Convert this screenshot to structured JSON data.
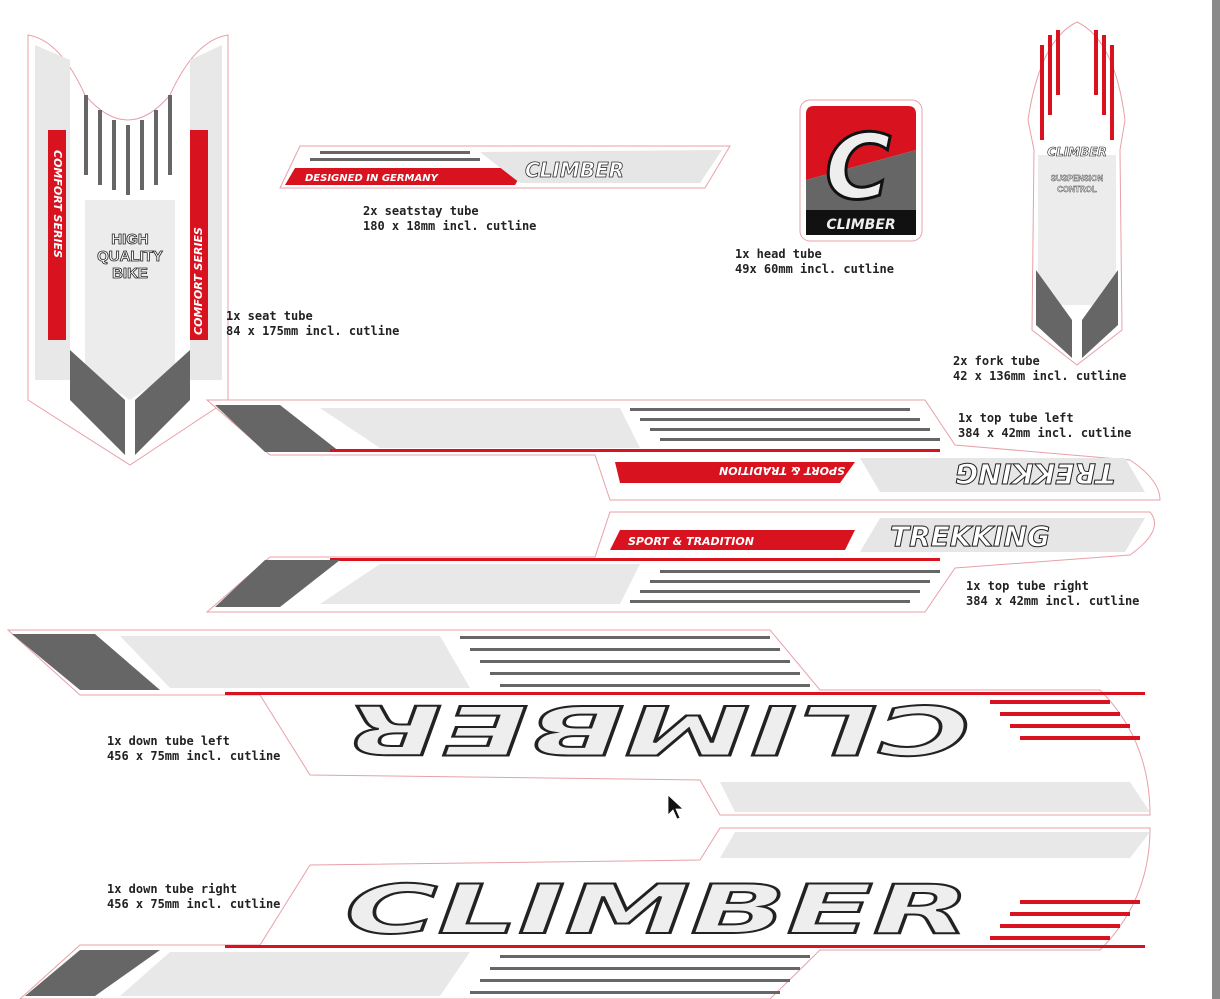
{
  "brand": "CLIMBER",
  "colors": {
    "red": "#d9121f",
    "dark_grey": "#666666",
    "light_grey": "#e6e6e6",
    "outline": "#e8a0a8"
  },
  "decals": {
    "seat_tube": {
      "side_text": "COMFORT SERIES",
      "badge": [
        "HIGH",
        "QUALITY",
        "BIKE"
      ],
      "label_line1": "1x seat tube",
      "label_line2": "84 x 175mm incl. cutline"
    },
    "seatstay": {
      "tagline": "DESIGNED IN GERMANY",
      "logo": "CLIMBER",
      "label_line1": "2x seatstay tube",
      "label_line2": "180 x 18mm incl. cutline"
    },
    "head_tube": {
      "logo_letter": "C",
      "logo": "CLIMBER",
      "label_line1": "1x head tube",
      "label_line2": "49x 60mm incl. cutline"
    },
    "fork": {
      "logo": "CLIMBER",
      "badge": [
        "SUSPENSION",
        "CONTROL"
      ],
      "label_line1": "2x fork tube",
      "label_line2": "42 x 136mm incl. cutline"
    },
    "top_tube_left": {
      "model": "TREKKING",
      "tagline": "SPORT & TRADITION",
      "label_line1": "1x top tube left",
      "label_line2": "384 x 42mm incl. cutline"
    },
    "top_tube_right": {
      "model": "TREKKING",
      "tagline": "SPORT & TRADITION",
      "label_line1": "1x top tube right",
      "label_line2": "384 x 42mm incl. cutline"
    },
    "down_tube_left": {
      "logo": "CLIMBER",
      "label_line1": "1x down tube left",
      "label_line2": "456 x 75mm incl. cutline"
    },
    "down_tube_right": {
      "logo": "CLIMBER",
      "label_line1": "1x down tube right",
      "label_line2": "456 x 75mm incl. cutline"
    }
  }
}
